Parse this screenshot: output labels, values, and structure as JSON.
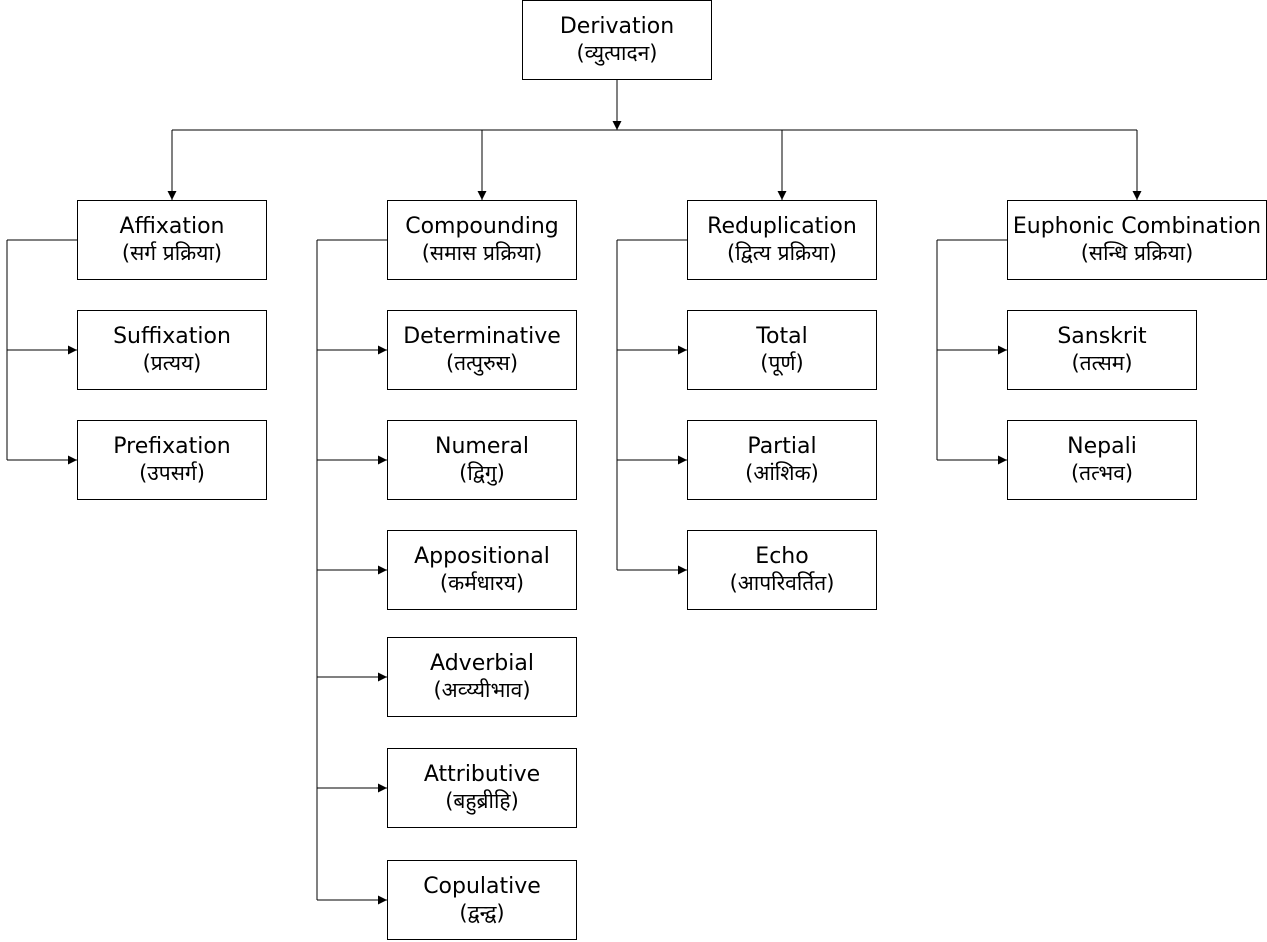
{
  "root": {
    "en": "Derivation",
    "np": "(व्युत्पादन)"
  },
  "groups": [
    {
      "head": {
        "en": "Affixation",
        "np": "(सर्ग प्रक्रिया)"
      },
      "children": [
        {
          "en": "Suffixation",
          "np": "(प्रत्यय)"
        },
        {
          "en": "Prefixation",
          "np": "(उपसर्ग)"
        }
      ]
    },
    {
      "head": {
        "en": "Compounding",
        "np": "(समास प्रक्रिया)"
      },
      "children": [
        {
          "en": "Determinative",
          "np": "(तत्पुरुस)"
        },
        {
          "en": "Numeral",
          "np": "(द्विगु)"
        },
        {
          "en": "Appositional",
          "np": "(कर्मधारय)"
        },
        {
          "en": "Adverbial",
          "np": "(अव्य्यीभाव)"
        },
        {
          "en": "Attributive",
          "np": "(बहुब्रीहि)"
        },
        {
          "en": "Copulative",
          "np": "(द्वन्द्व)"
        }
      ]
    },
    {
      "head": {
        "en": "Reduplication",
        "np": "(द्वित्य प्रक्रिया)"
      },
      "children": [
        {
          "en": "Total",
          "np": "(पूर्ण)"
        },
        {
          "en": "Partial",
          "np": "(आंशिक)"
        },
        {
          "en": "Echo",
          "np": "(आपरिवर्तित)"
        }
      ]
    },
    {
      "head": {
        "en": "Euphonic Combination",
        "np": "(सन्धि प्रक्रिया)"
      },
      "children": [
        {
          "en": "Sanskrit",
          "np": "(तत्सम)"
        },
        {
          "en": "Nepali",
          "np": "(तत्भव)"
        }
      ]
    }
  ]
}
